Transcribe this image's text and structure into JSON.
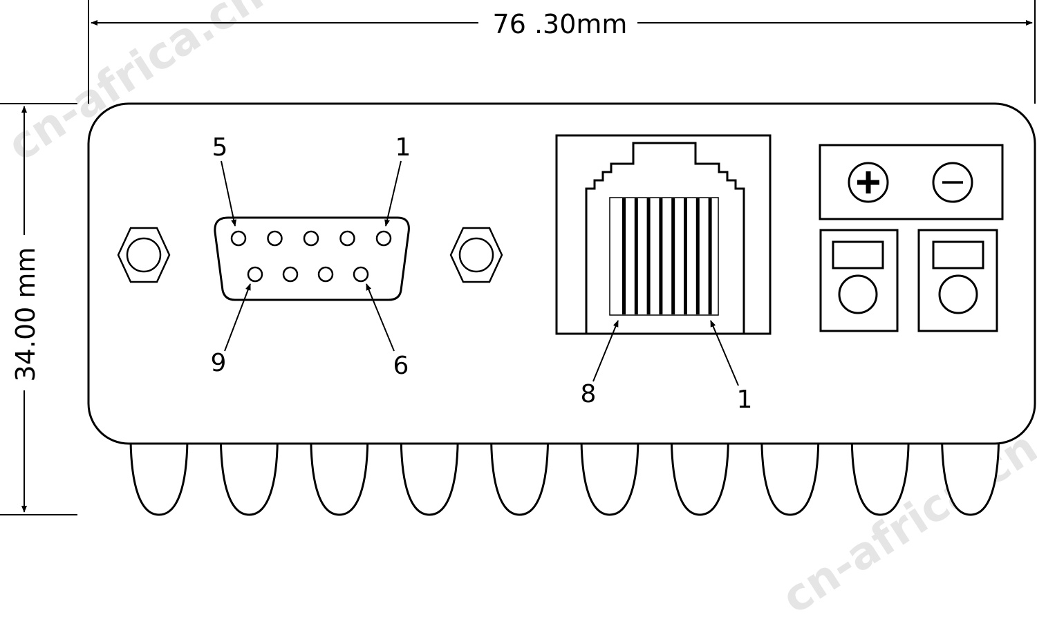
{
  "dimensions": {
    "width_label": "76 .30mm",
    "height_label": "34.00 mm"
  },
  "db9": {
    "pin_labels": {
      "top_left": "5",
      "top_right": "1",
      "bottom_left": "9",
      "bottom_right": "6"
    },
    "top_row_pins": 5,
    "bottom_row_pins": 4
  },
  "rj45": {
    "pin_labels": {
      "left": "8",
      "right": "1"
    },
    "contacts": 8
  },
  "power_terminal": {
    "plus_symbol": "+",
    "minus_symbol": "−"
  },
  "heatsink": {
    "fins": 10
  },
  "watermark": {
    "text": "cn-africa.cn"
  },
  "colors": {
    "line": "#000000",
    "background": "#ffffff",
    "watermark": "#d0d0d0"
  }
}
